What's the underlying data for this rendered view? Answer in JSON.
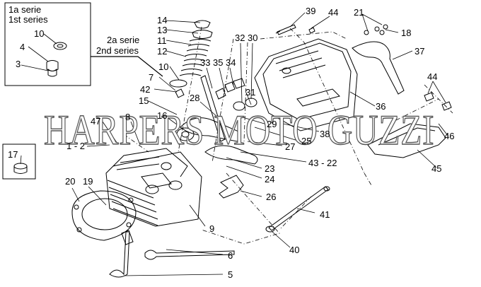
{
  "watermark": "HARPERS MOTO GUZZI",
  "inset_top_left": {
    "series_line1": "1a serie",
    "series_line2": "1st series",
    "labels": [
      "10",
      "4",
      "3"
    ]
  },
  "center_series": {
    "line1": "2a serie",
    "line2": "2nd series"
  },
  "inset_small": {
    "labels": [
      "17"
    ]
  },
  "part_labels": {
    "p14": "14",
    "p13": "13",
    "p11": "11",
    "p12": "12",
    "p10": "10",
    "p7": "7",
    "p42": "42",
    "p15": "15",
    "p16": "16",
    "p8": "8",
    "p47": "47",
    "p1_2": "1 - 2",
    "p33": "33",
    "p35": "35",
    "p34": "34",
    "p32": "32",
    "p30": "30",
    "p28": "28",
    "p31": "31",
    "p29": "29",
    "p38": "38",
    "p25": "25",
    "p27": "27",
    "p43_22": "43 - 22",
    "p23": "23",
    "p24": "24",
    "p26": "26",
    "p9": "9",
    "p20": "20",
    "p19": "19",
    "p41": "41",
    "p40": "40",
    "p6": "6",
    "p5": "5",
    "p39": "39",
    "p44a": "44",
    "p21": "21",
    "p18": "18",
    "p37": "37",
    "p36": "36",
    "p44b": "44",
    "p46": "46",
    "p45": "45"
  }
}
